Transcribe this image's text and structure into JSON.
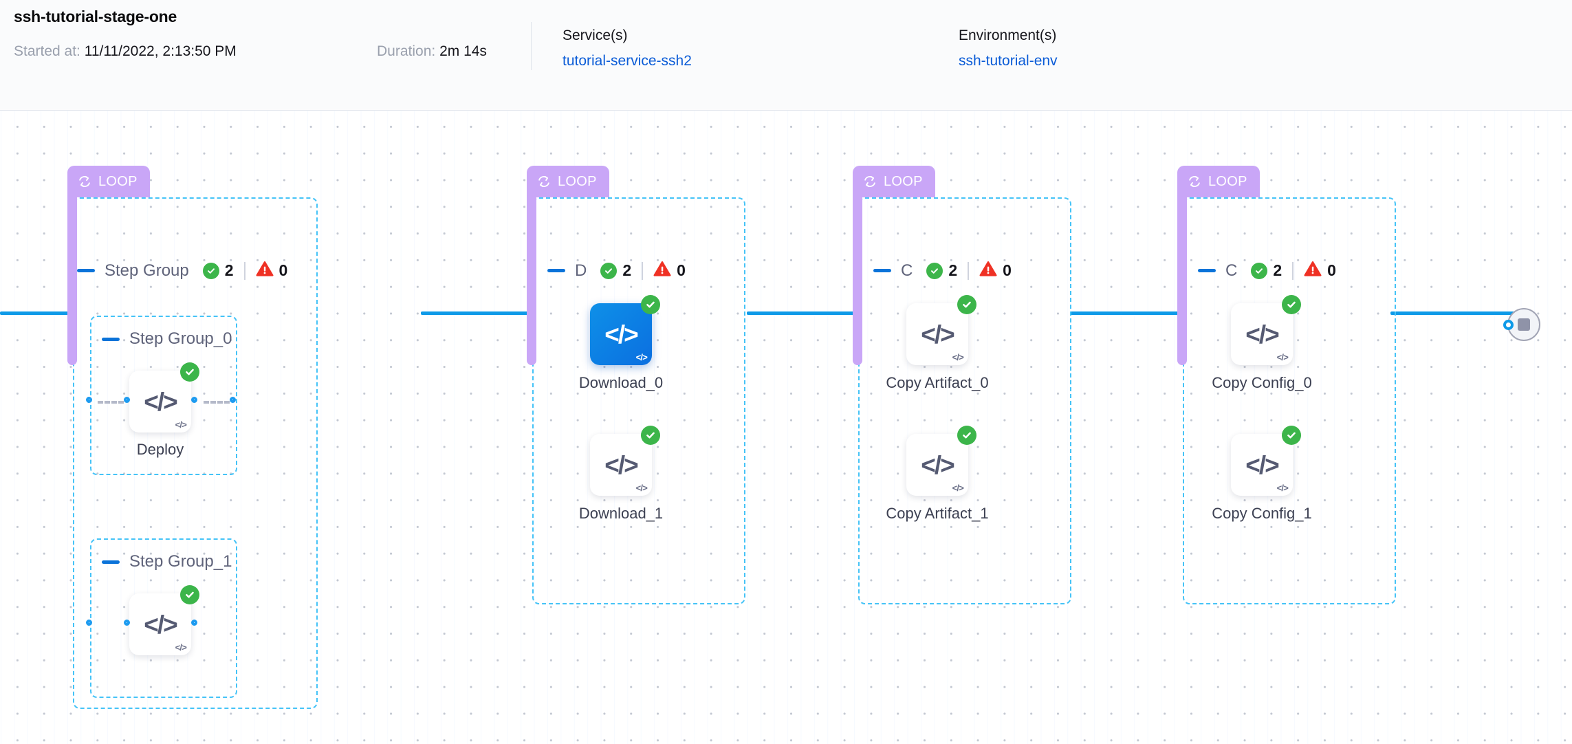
{
  "header": {
    "stage_title": "ssh-tutorial-stage-one",
    "started_label": "Started at:",
    "started_value": "11/11/2022, 2:13:50 PM",
    "duration_label": "Duration:",
    "duration_value": "2m 14s",
    "services_title": "Service(s)",
    "services_value": "tutorial-service-ssh2",
    "environments_title": "Environment(s)",
    "environments_value": "ssh-tutorial-env"
  },
  "colors": {
    "loop_purple": "#c9a6f7",
    "group_dashed_blue": "#45c3f7",
    "edge_blue": "#0e9ae8",
    "success_green": "#3cb54a",
    "error_red": "#ef3124",
    "link_blue": "#0b5cd7",
    "node_selected_blue": "#0e90e8"
  },
  "loop_badge_label": "LOOP",
  "icons": {
    "loop": "loop-icon",
    "collapse": "collapse-minus-icon",
    "success": "success-check-icon",
    "error": "error-warning-triangle-icon",
    "code": "code-brackets-icon",
    "stop": "stop-square-icon"
  },
  "groups": [
    {
      "id": "step-group",
      "name": "Step Group",
      "name_truncated": false,
      "success_count": "2",
      "error_count": "0",
      "subgroups": [
        {
          "id": "step-group-0",
          "name": "Step Group_0",
          "nodes": [
            {
              "id": "deploy",
              "label": "Deploy",
              "status": "success",
              "selected": false
            }
          ]
        },
        {
          "id": "step-group-1",
          "name": "Step Group_1",
          "nodes": [
            {
              "id": "deploy-1",
              "label": "",
              "status": "success",
              "selected": false
            }
          ]
        }
      ]
    },
    {
      "id": "download-group",
      "name": "D",
      "name_truncated": true,
      "success_count": "2",
      "error_count": "0",
      "nodes": [
        {
          "id": "download-0",
          "label": "Download_0",
          "status": "success",
          "selected": true
        },
        {
          "id": "download-1",
          "label": "Download_1",
          "status": "success",
          "selected": false
        }
      ]
    },
    {
      "id": "copy-artifact-group",
      "name": "C",
      "name_truncated": true,
      "success_count": "2",
      "error_count": "0",
      "nodes": [
        {
          "id": "copy-artifact-0",
          "label": "Copy Artifact_0",
          "status": "success",
          "selected": false
        },
        {
          "id": "copy-artifact-1",
          "label": "Copy Artifact_1",
          "status": "success",
          "selected": false
        }
      ]
    },
    {
      "id": "copy-config-group",
      "name": "C",
      "name_truncated": true,
      "success_count": "2",
      "error_count": "0",
      "nodes": [
        {
          "id": "copy-config-0",
          "label": "Copy Config_0",
          "status": "success",
          "selected": false
        },
        {
          "id": "copy-config-1",
          "label": "Copy Config_1",
          "status": "success",
          "selected": false
        }
      ]
    }
  ],
  "node_glyph": "</>",
  "node_corner_glyph": "</>"
}
